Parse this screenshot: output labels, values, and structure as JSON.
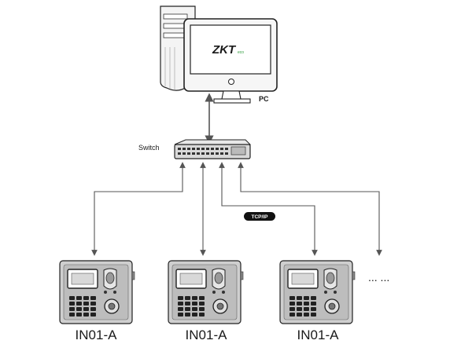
{
  "pc": {
    "label": "PC",
    "brand": "ZKT",
    "brand_suffix": "eco"
  },
  "switch": {
    "label": "Switch"
  },
  "protocol": {
    "label": "TCP/IP"
  },
  "devices": [
    {
      "label": "IN01-A"
    },
    {
      "label": "IN01-A"
    },
    {
      "label": "IN01-A"
    }
  ],
  "more_devices": "... ...",
  "colors": {
    "line": "#555555",
    "device_body": "#c9c9c9",
    "pill": "#111111",
    "logo_accent": "#2e9b3a"
  }
}
